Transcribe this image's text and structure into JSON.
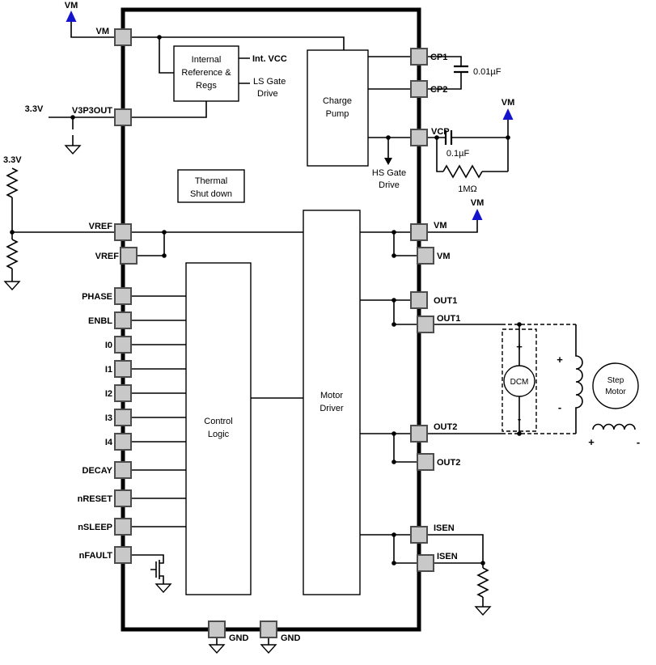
{
  "colors": {
    "wire": "#000000",
    "pin_fill": "#c8c8c8",
    "pin_border": "#4d4d4d",
    "supply_arrow_blue": "#1414cc",
    "block_fill": "#ffffff"
  },
  "ic": {
    "left_pins": [
      "VM",
      "V3P3OUT",
      "VREF",
      "VREF",
      "PHASE",
      "ENBL",
      "I0",
      "I1",
      "I2",
      "I3",
      "I4",
      "DECAY",
      "nRESET",
      "nSLEEP",
      "nFAULT"
    ],
    "right_pins": [
      "CP1",
      "CP2",
      "VCP",
      "VM",
      "VM",
      "OUT1",
      "OUT1",
      "OUT2",
      "OUT2",
      "ISEN",
      "ISEN"
    ],
    "bottom_pins": [
      "GND",
      "GND"
    ]
  },
  "blocks": {
    "internal_ref": [
      "Internal",
      "Reference &",
      "Regs"
    ],
    "charge_pump": [
      "Charge",
      "Pump"
    ],
    "thermal": [
      "Thermal",
      "Shut down"
    ],
    "control_logic": [
      "Control",
      "Logic"
    ],
    "motor_driver": [
      "Motor",
      "Driver"
    ]
  },
  "signals": {
    "int_vcc": "Int. VCC",
    "ls_gate": [
      "LS Gate",
      "Drive"
    ],
    "hs_gate": [
      "HS Gate",
      "Drive"
    ]
  },
  "supplies": {
    "vm": "VM",
    "v33": "3.3V"
  },
  "components": {
    "cp_cap": "0.01µF",
    "vcp_cap": "0.1µF",
    "vcp_res": "1MΩ",
    "dcm": "DCM",
    "step_motor": [
      "Step",
      "Motor"
    ],
    "plus": "+",
    "minus": "-"
  }
}
